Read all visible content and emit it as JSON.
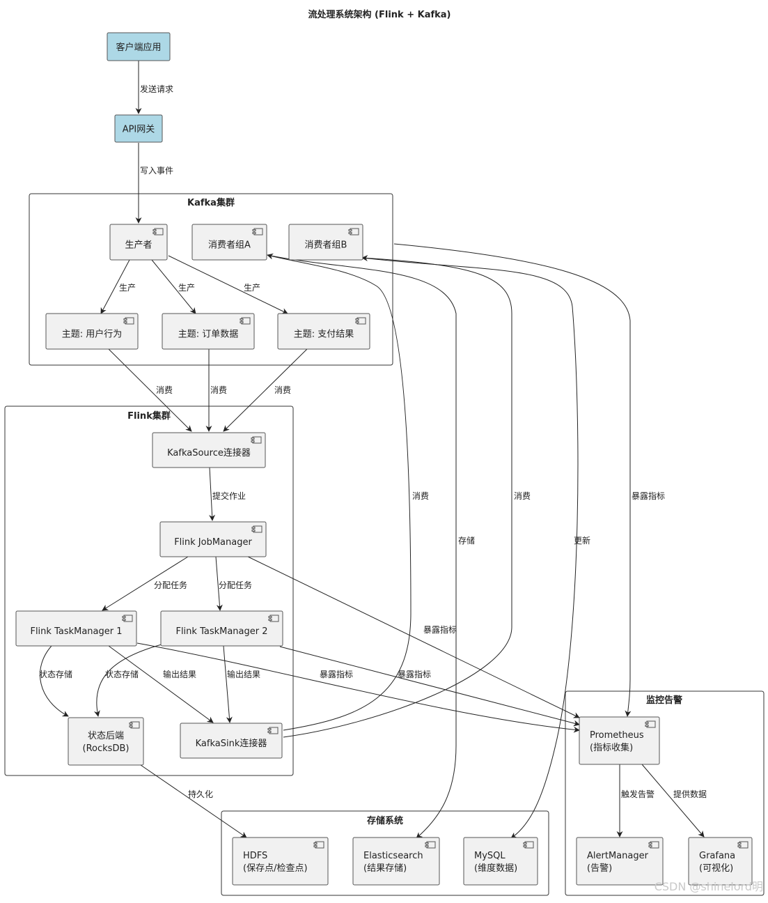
{
  "title": "流处理系统架构 (Flink + Kafka)",
  "colors": {
    "highlight_node": "#add8e6",
    "component_node": "#f1f1f1",
    "border": "#555555",
    "line": "#222222"
  },
  "clusters": {
    "kafka": "Kafka集群",
    "flink": "Flink集群",
    "storage": "存储系统",
    "monitor": "监控告警"
  },
  "nodes": {
    "client": [
      "客户端应用"
    ],
    "gateway": [
      "API网关"
    ],
    "producer": [
      "生产者"
    ],
    "cg_a": [
      "消费者组A"
    ],
    "cg_b": [
      "消费者组B"
    ],
    "topic_user": [
      "主题: 用户行为"
    ],
    "topic_order": [
      "主题: 订单数据"
    ],
    "topic_pay": [
      "主题: 支付结果"
    ],
    "kafka_source": [
      "KafkaSource连接器"
    ],
    "job_manager": [
      "Flink JobManager"
    ],
    "tm1": [
      "Flink TaskManager 1"
    ],
    "tm2": [
      "Flink TaskManager 2"
    ],
    "state_backend": [
      "状态后端",
      "(RocksDB)"
    ],
    "kafka_sink": [
      "KafkaSink连接器"
    ],
    "hdfs": [
      "HDFS",
      "(保存点/检查点)"
    ],
    "es": [
      "Elasticsearch",
      "(结果存储)"
    ],
    "mysql": [
      "MySQL",
      "(维度数据)"
    ],
    "prometheus": [
      "Prometheus",
      "(指标收集)"
    ],
    "alertmanager": [
      "AlertManager",
      "(告警)"
    ],
    "grafana": [
      "Grafana",
      "(可视化)"
    ]
  },
  "edge_labels": {
    "client_gateway": "发送请求",
    "gateway_producer": "写入事件",
    "producer_user": "生产",
    "producer_order": "生产",
    "producer_pay": "生产",
    "user_source": "消费",
    "order_source": "消费",
    "pay_source": "消费",
    "source_jm": "提交作业",
    "jm_tm1": "分配任务",
    "jm_tm2": "分配任务",
    "tm1_state": "状态存储",
    "tm2_state": "状态存储",
    "tm1_sink": "输出结果",
    "tm2_sink": "输出结果",
    "jm_prom": "暴露指标",
    "tm1_prom": "暴露指标",
    "tm2_prom": "暴露指标",
    "cgb_prom": "暴露指标",
    "sink_cga": "消费",
    "sink_cgb": "消费",
    "cga_es": "存储",
    "cgb_mysql": "更新",
    "state_hdfs": "持久化",
    "prom_alert": "触发告警",
    "prom_grafana": "提供数据"
  },
  "watermark": "CSDN @shinelord明"
}
